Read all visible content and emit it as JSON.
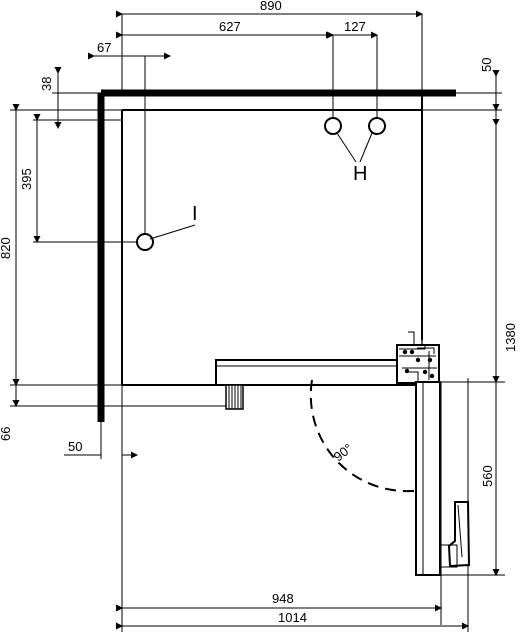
{
  "dimensions": {
    "width_890": "890",
    "width_627": "627",
    "width_127": "127",
    "width_67": "67",
    "height_50_top": "50",
    "height_38": "38",
    "height_395": "395",
    "height_820": "820",
    "height_1380": "1380",
    "height_66": "66",
    "width_50_bottom": "50",
    "height_560": "560",
    "width_948": "948",
    "width_1014": "1014",
    "angle_90": "90°"
  },
  "labels": {
    "H": "H",
    "I": "I"
  },
  "colors": {
    "ink": "#000000",
    "background": "#ffffff"
  }
}
